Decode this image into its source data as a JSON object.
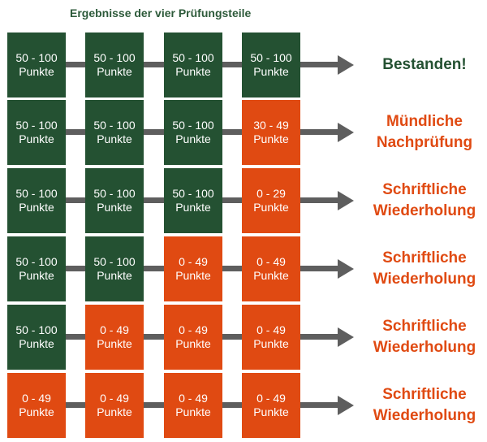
{
  "header": "Ergebnisse der vier Prüfungsteile",
  "colors": {
    "pass": "#245132",
    "fail": "#e04a12",
    "arrow": "#5e5e5e"
  },
  "rows": [
    {
      "boxes": [
        {
          "range": "50 - 100",
          "unit": "Punkte",
          "status": "pass"
        },
        {
          "range": "50 - 100",
          "unit": "Punkte",
          "status": "pass"
        },
        {
          "range": "50 - 100",
          "unit": "Punkte",
          "status": "pass"
        },
        {
          "range": "50 - 100",
          "unit": "Punkte",
          "status": "pass"
        }
      ],
      "result": [
        "Bestanden!"
      ],
      "result_status": "pass"
    },
    {
      "boxes": [
        {
          "range": "50 - 100",
          "unit": "Punkte",
          "status": "pass"
        },
        {
          "range": "50 - 100",
          "unit": "Punkte",
          "status": "pass"
        },
        {
          "range": "50 - 100",
          "unit": "Punkte",
          "status": "pass"
        },
        {
          "range": "30 - 49",
          "unit": "Punkte",
          "status": "fail"
        }
      ],
      "result": [
        "Mündliche",
        "Nachprüfung"
      ],
      "result_status": "fail"
    },
    {
      "boxes": [
        {
          "range": "50 - 100",
          "unit": "Punkte",
          "status": "pass"
        },
        {
          "range": "50 - 100",
          "unit": "Punkte",
          "status": "pass"
        },
        {
          "range": "50 - 100",
          "unit": "Punkte",
          "status": "pass"
        },
        {
          "range": "0 - 29",
          "unit": "Punkte",
          "status": "fail"
        }
      ],
      "result": [
        "Schriftliche",
        "Wiederholung"
      ],
      "result_status": "fail"
    },
    {
      "boxes": [
        {
          "range": "50 - 100",
          "unit": "Punkte",
          "status": "pass"
        },
        {
          "range": "50 - 100",
          "unit": "Punkte",
          "status": "pass"
        },
        {
          "range": "0 - 49",
          "unit": "Punkte",
          "status": "fail"
        },
        {
          "range": "0 - 49",
          "unit": "Punkte",
          "status": "fail"
        }
      ],
      "result": [
        "Schriftliche",
        "Wiederholung"
      ],
      "result_status": "fail"
    },
    {
      "boxes": [
        {
          "range": "50 - 100",
          "unit": "Punkte",
          "status": "pass"
        },
        {
          "range": "0 - 49",
          "unit": "Punkte",
          "status": "fail"
        },
        {
          "range": "0 - 49",
          "unit": "Punkte",
          "status": "fail"
        },
        {
          "range": "0 - 49",
          "unit": "Punkte",
          "status": "fail"
        }
      ],
      "result": [
        "Schriftliche",
        "Wiederholung"
      ],
      "result_status": "fail"
    },
    {
      "boxes": [
        {
          "range": "0 - 49",
          "unit": "Punkte",
          "status": "fail"
        },
        {
          "range": "0 - 49",
          "unit": "Punkte",
          "status": "fail"
        },
        {
          "range": "0 - 49",
          "unit": "Punkte",
          "status": "fail"
        },
        {
          "range": "0 - 49",
          "unit": "Punkte",
          "status": "fail"
        }
      ],
      "result": [
        "Schriftliche",
        "Wiederholung"
      ],
      "result_status": "fail"
    }
  ]
}
